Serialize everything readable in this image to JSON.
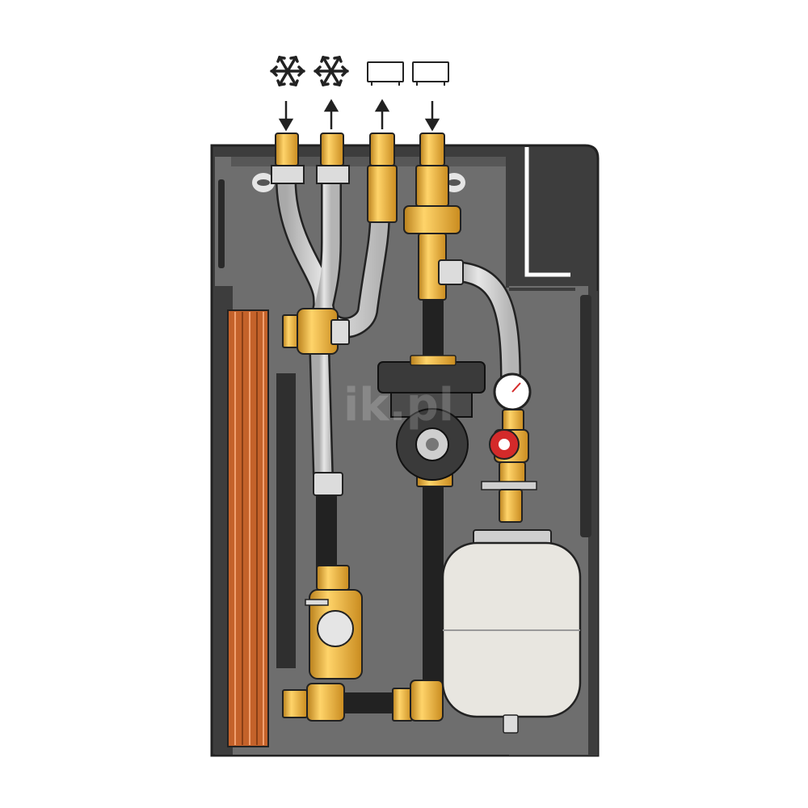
{
  "diagram": {
    "connections": [
      {
        "symbol": "snowflake-icon",
        "flow": "in"
      },
      {
        "symbol": "snowflake-icon",
        "flow": "out"
      },
      {
        "symbol": "tank-icon",
        "flow": "out"
      },
      {
        "symbol": "tank-icon",
        "flow": "in"
      }
    ],
    "components": [
      "plate-heat-exchanger",
      "circulation-pump",
      "pressure-gauge",
      "safety-valve",
      "expansion-vessel",
      "three-way-valve",
      "ball-valves",
      "flexible-hoses"
    ],
    "watermark": "ik.pl",
    "colors": {
      "cabinet": "#3d3d3d",
      "panel": "#6e6e6e",
      "pipe": "#d7d7d7",
      "brass": "#f2b233",
      "heat_exchanger": "#c4622a",
      "pump": "#3a3a3a",
      "safety_valve": "#d42a2a",
      "vessel": "#e8e6e0"
    }
  }
}
